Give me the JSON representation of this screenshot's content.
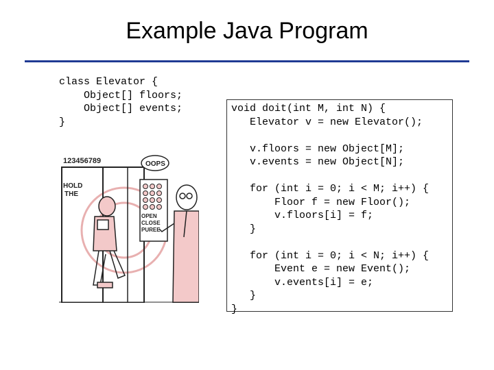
{
  "slide": {
    "title": "Example Java Program",
    "class_code": "class Elevator {\n    Object[] floors;\n    Object[] events;\n}",
    "method_code": "void doit(int M, int N) {\n   Elevator v = new Elevator();\n\n   v.floors = new Object[M];\n   v.events = new Object[N];\n\n   for (int i = 0; i < M; i++) {\n       Floor f = new Floor();\n       v.floors[i] = f;\n   }\n\n   for (int i = 0; i < N; i++) {\n       Event e = new Event();\n       v.events[i] = e;\n   }\n}",
    "accent_color": "#1f3a93"
  },
  "cartoon": {
    "icon": "elevator-cartoon-illustration",
    "floor_indicator": "123456789",
    "speech_bubble": "OOPS",
    "door_sign_line1": "HOLD",
    "door_sign_line2": "THE",
    "panel_line1": "OPEN",
    "panel_line2": "CLOSE",
    "panel_line3": "PUREE"
  }
}
